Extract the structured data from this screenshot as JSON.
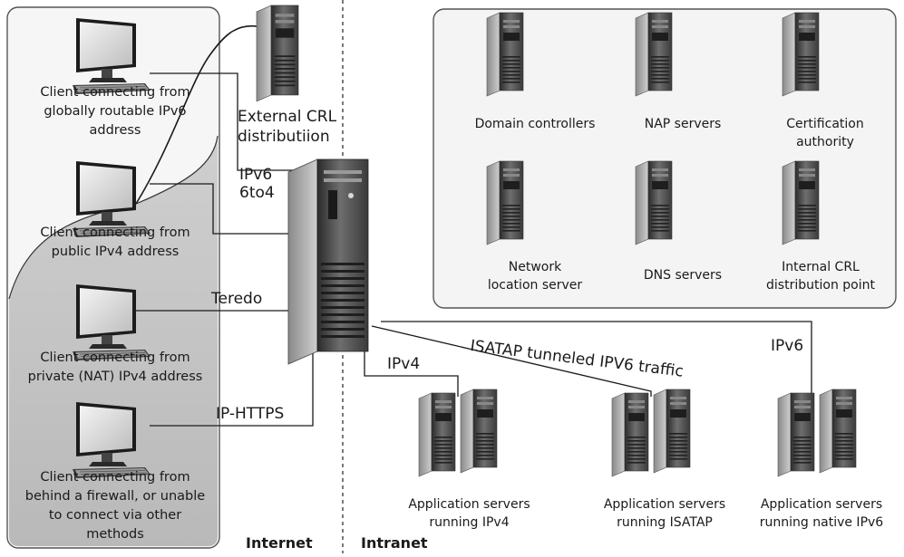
{
  "clients": [
    {
      "label": "Client connecting from\nglobally routable IPv6\naddress"
    },
    {
      "label": "Client connecting from\npublic IPv4 address"
    },
    {
      "label": "Client connecting from\nprivate (NAT) IPv4 address"
    },
    {
      "label": "Client connecting from\nbehind a firewall, or unable\nto connect via other\nmethods"
    }
  ],
  "external_crl": {
    "label": "External CRL\ndistributiion"
  },
  "connections": {
    "ipv6": "IPv6",
    "sixto4": "6to4",
    "teredo": "Teredo",
    "iphttps": "IP-HTTPS",
    "isatap": "ISATAP tunneled IPV6 traffic",
    "ipv4_intranet": "IPv4",
    "ipv6_intranet": "IPv6"
  },
  "infrastructure_servers": [
    {
      "label": "Domain controllers"
    },
    {
      "label": "NAP servers"
    },
    {
      "label": "Certification\nauthority"
    },
    {
      "label": "Network\nlocation server"
    },
    {
      "label": "DNS servers"
    },
    {
      "label": "Internal CRL\ndistribution point"
    }
  ],
  "app_servers": [
    {
      "label": "Application servers\nrunning IPv4"
    },
    {
      "label": "Application servers\nrunning ISATAP"
    },
    {
      "label": "Application servers\nrunning native IPv6"
    }
  ],
  "zones": {
    "internet": "Internet",
    "intranet": "Intranet"
  }
}
